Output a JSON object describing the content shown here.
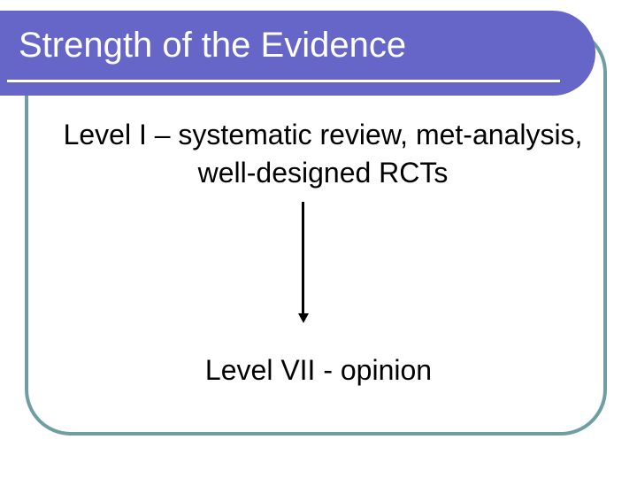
{
  "slide": {
    "title": "Strength of the Evidence",
    "body_line1": "Level I – systematic review, met-analysis,",
    "body_line2": "well-designed RCTs",
    "bottom_text": "Level VII - opinion",
    "arrow_icon": "down-arrow-icon"
  },
  "colors": {
    "title_band": "#6566C7",
    "frame_border": "#6E9EA2",
    "title_text": "#FFFFFF",
    "body_text": "#000000",
    "background": "#FFFFFF"
  }
}
